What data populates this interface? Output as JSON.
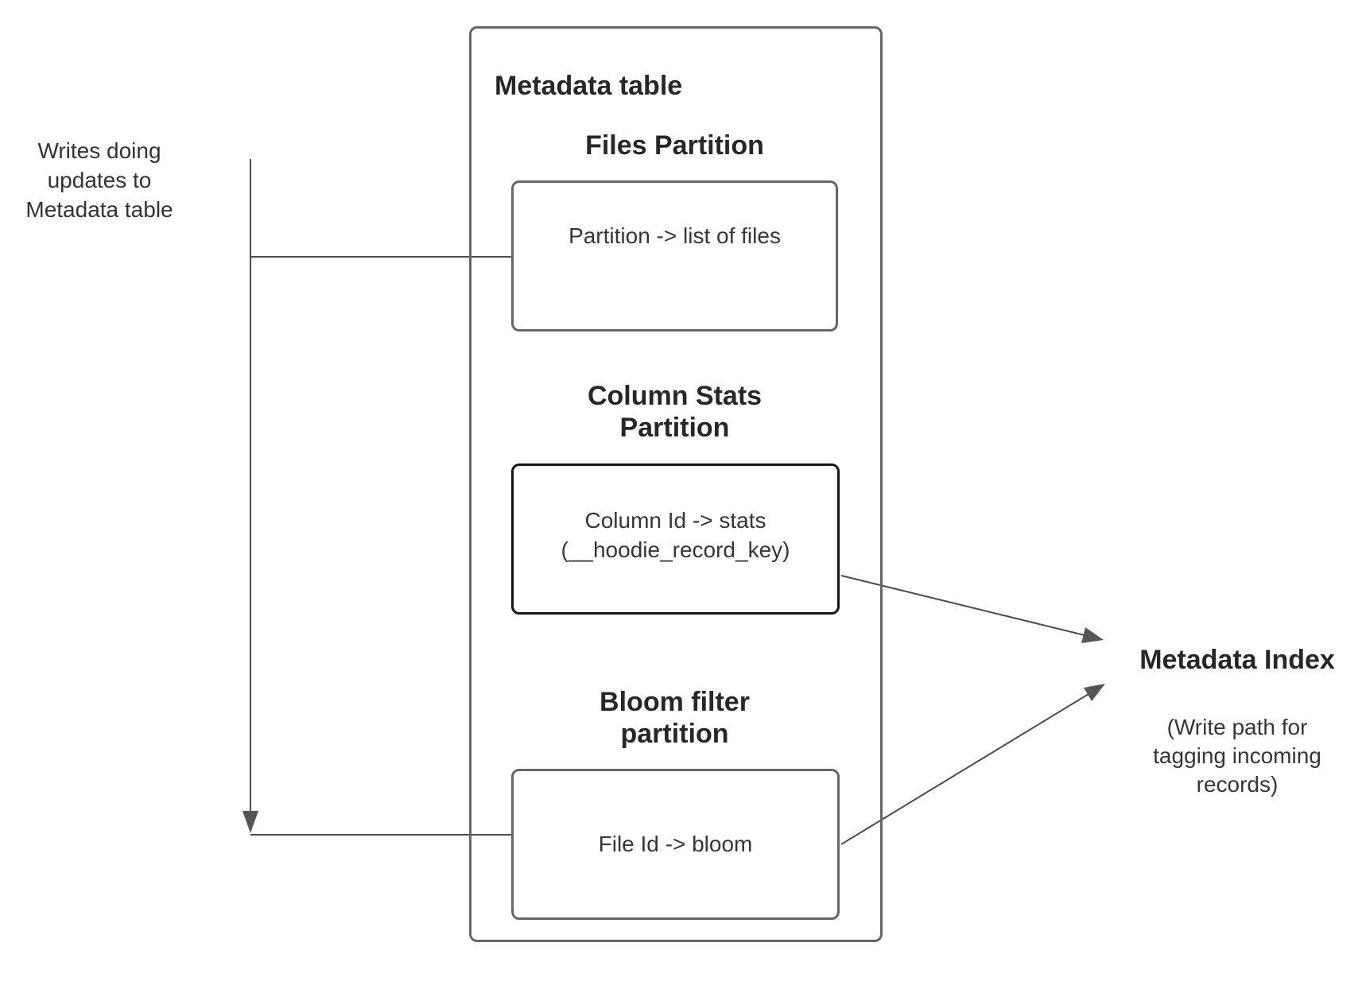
{
  "left_note": {
    "text": "Writes doing updates to Metadata table",
    "lines": [
      "Writes doing",
      "updates to",
      "Metadata table"
    ]
  },
  "metadata_table": {
    "title": "Metadata table",
    "partitions": [
      {
        "heading": "Files Partition",
        "heading_lines": [
          "Files Partition"
        ],
        "box_lines": [
          "Partition -> list of files"
        ]
      },
      {
        "heading": "Column Stats Partition",
        "heading_lines": [
          "Column Stats",
          "Partition"
        ],
        "box_lines": [
          "Column Id  -> stats",
          "(__hoodie_record_key)"
        ]
      },
      {
        "heading": "Bloom filter partition",
        "heading_lines": [
          "Bloom filter",
          "partition"
        ],
        "box_lines": [
          "File Id -> bloom"
        ]
      }
    ]
  },
  "metadata_index": {
    "title": "Metadata Index",
    "subtitle": "(Write path for tagging incoming records)",
    "subtitle_lines": [
      "(Write path for",
      "tagging incoming",
      "records)"
    ]
  },
  "colors": {
    "line": "#4d4d4d",
    "arrowhead": "#555555",
    "box_border": "#666666",
    "stats_box_border": "#161616",
    "heading_text": "#272727",
    "body_text": "#363636"
  }
}
